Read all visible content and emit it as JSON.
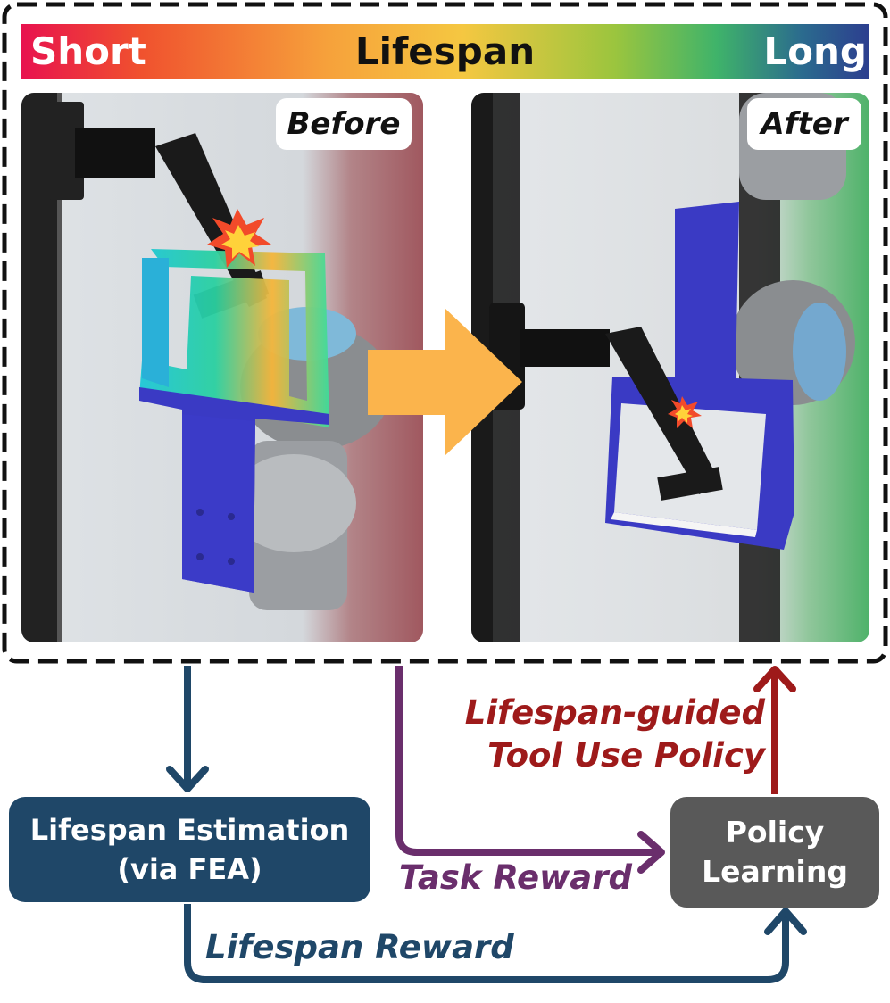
{
  "lifespan_bar": {
    "short": "Short",
    "title": "Lifespan",
    "long": "Long"
  },
  "panels": {
    "before": "Before",
    "after": "After"
  },
  "boxes": {
    "estimation": {
      "line1": "Lifespan Estimation",
      "line2": "(via FEA)"
    },
    "policy": {
      "line1": "Policy",
      "line2": "Learning"
    }
  },
  "flows": {
    "task_reward": "Task Reward",
    "lifespan_reward": "Lifespan Reward",
    "policy_line1": "Lifespan-guided",
    "policy_line2": "Tool Use Policy"
  },
  "colors": {
    "estimation_blue": "#1f4768",
    "task_purple": "#6a2e6c",
    "policy_red": "#9e1a1a",
    "policy_box_gray": "#595959",
    "transition_arrow": "#fbb44c"
  }
}
